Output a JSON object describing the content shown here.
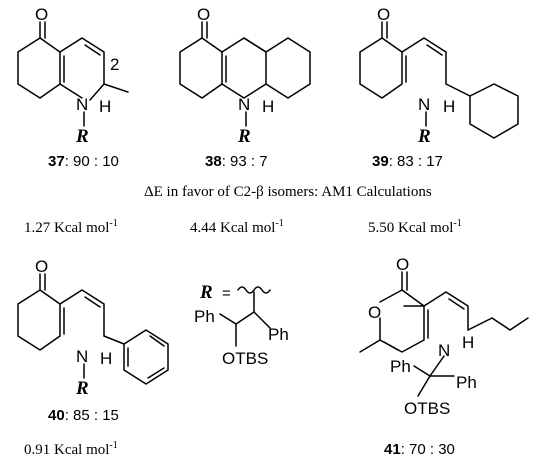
{
  "compounds": {
    "c37": {
      "num": "37",
      "ratio": ": 90 : 10",
      "energy": "1.27 Kcal mol",
      "pos_label": "2"
    },
    "c38": {
      "num": "38",
      "ratio": ":  93 : 7",
      "energy": "4.44 Kcal mol"
    },
    "c39": {
      "num": "39",
      "ratio": ": 83 : 17",
      "energy": "5.50 Kcal mol"
    },
    "c40": {
      "num": "40",
      "ratio": ": 85 : 15",
      "energy": "0.91 Kcal mol"
    },
    "c41": {
      "num": "41",
      "ratio": ":  70 : 30"
    }
  },
  "energy_exponent": "-1",
  "caption": "ΔE in favor of C2-β  isomers:  AM1 Calculations",
  "atoms": {
    "O": "O",
    "N": "N",
    "H": "H",
    "R": "R",
    "Ph": "Ph",
    "OTBS": "OTBS"
  },
  "r_group_label": "R",
  "r_equals": "="
}
